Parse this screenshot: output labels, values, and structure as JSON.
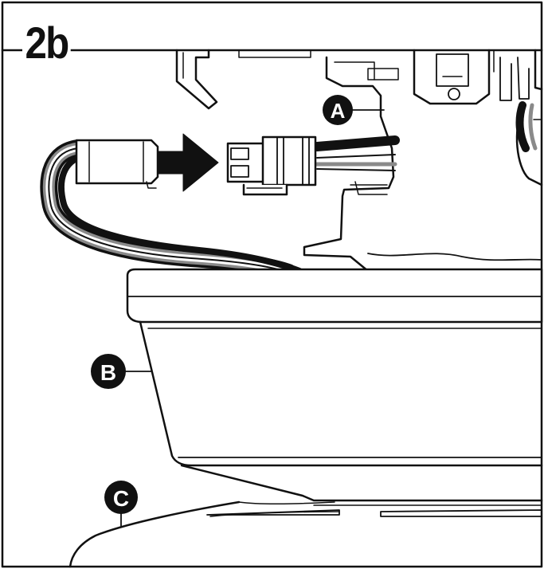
{
  "step": {
    "label": "2b"
  },
  "callouts": {
    "a": "A",
    "b": "B",
    "c": "C"
  },
  "colors": {
    "line": "#111111",
    "wire_black": "#111111",
    "wire_gray": "#8a8a8a",
    "wire_white": "#ffffff",
    "arrow": "#111111",
    "background": "#ffffff"
  },
  "icons": {
    "arrow": "right-arrow-icon"
  }
}
